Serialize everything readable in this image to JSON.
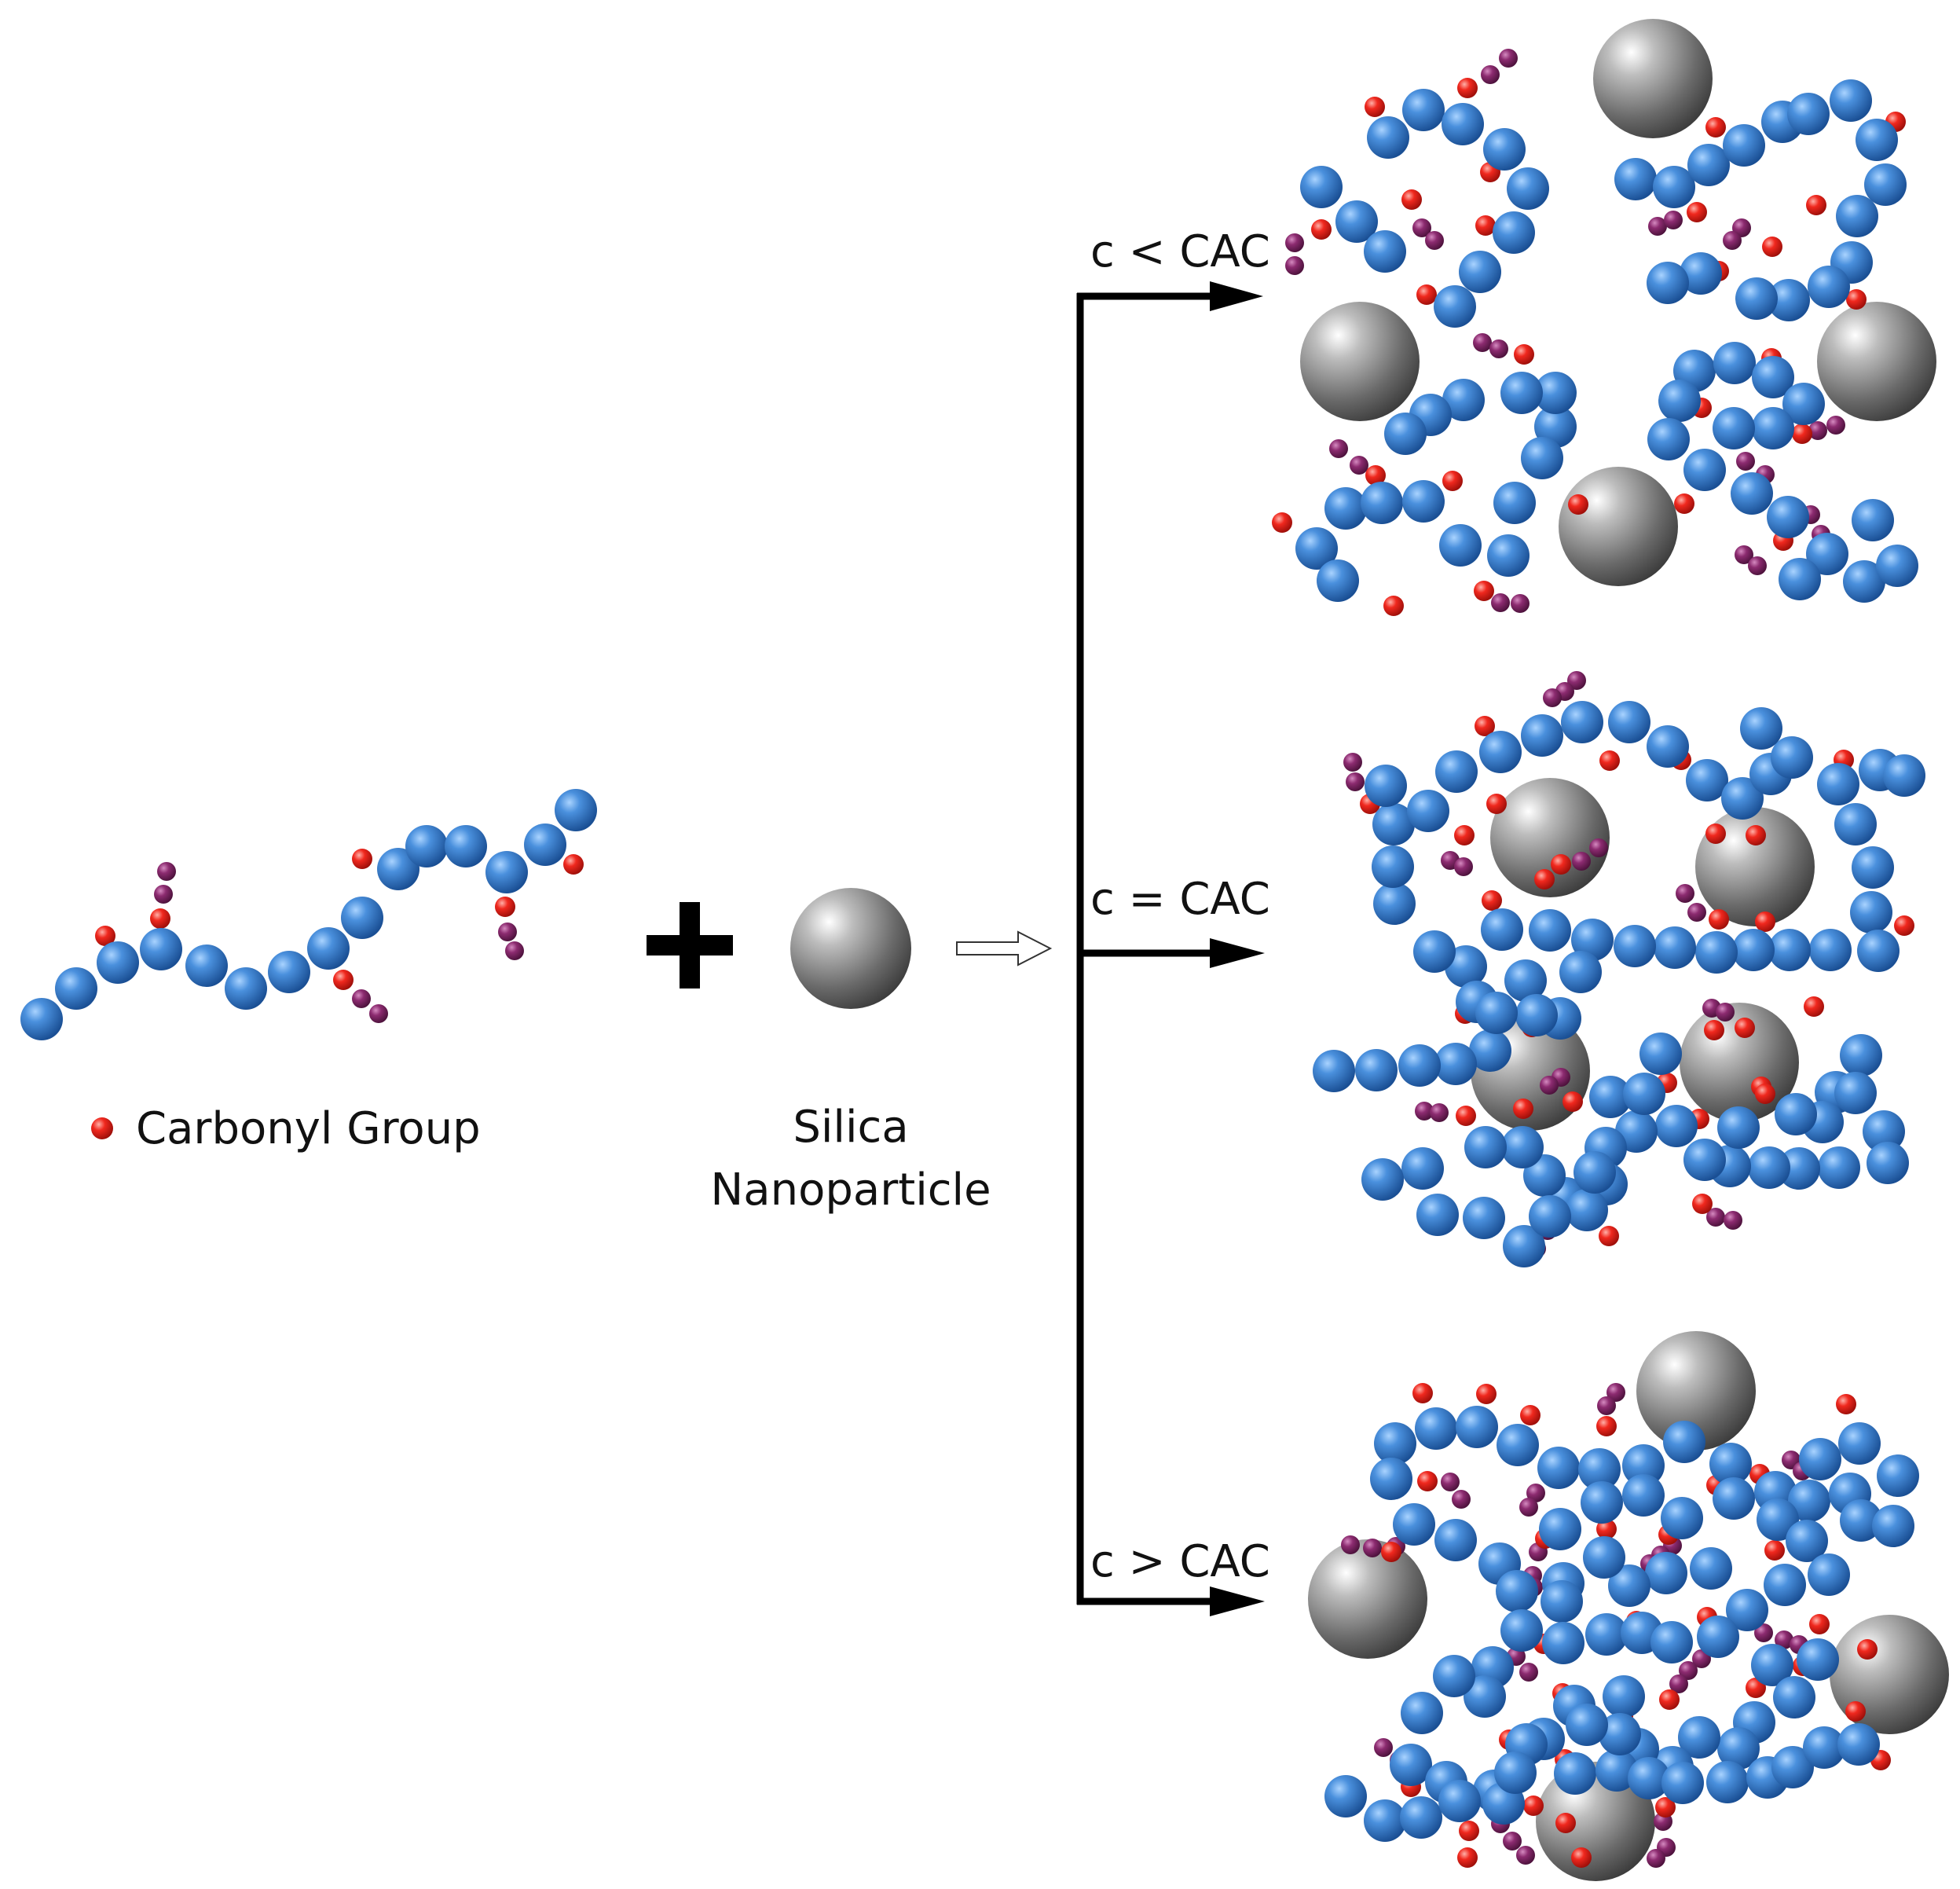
{
  "legend": {
    "carbonyl_label": "Carbonyl Group"
  },
  "silica": {
    "label_line1": "Silica",
    "label_line2": "Nanoparticle"
  },
  "branches": [
    {
      "label": "c < CAC"
    },
    {
      "label": "c = CAC"
    },
    {
      "label": "c > CAC"
    }
  ],
  "colors": {
    "monomer": "#2f78c8",
    "carbonyl": "#e3231c",
    "side_chain": "#8b2a6e",
    "silica": "#6e6e6e",
    "arrow": "#000000"
  },
  "icons": [
    "plus-sign",
    "open-arrow",
    "branching-arrows"
  ]
}
